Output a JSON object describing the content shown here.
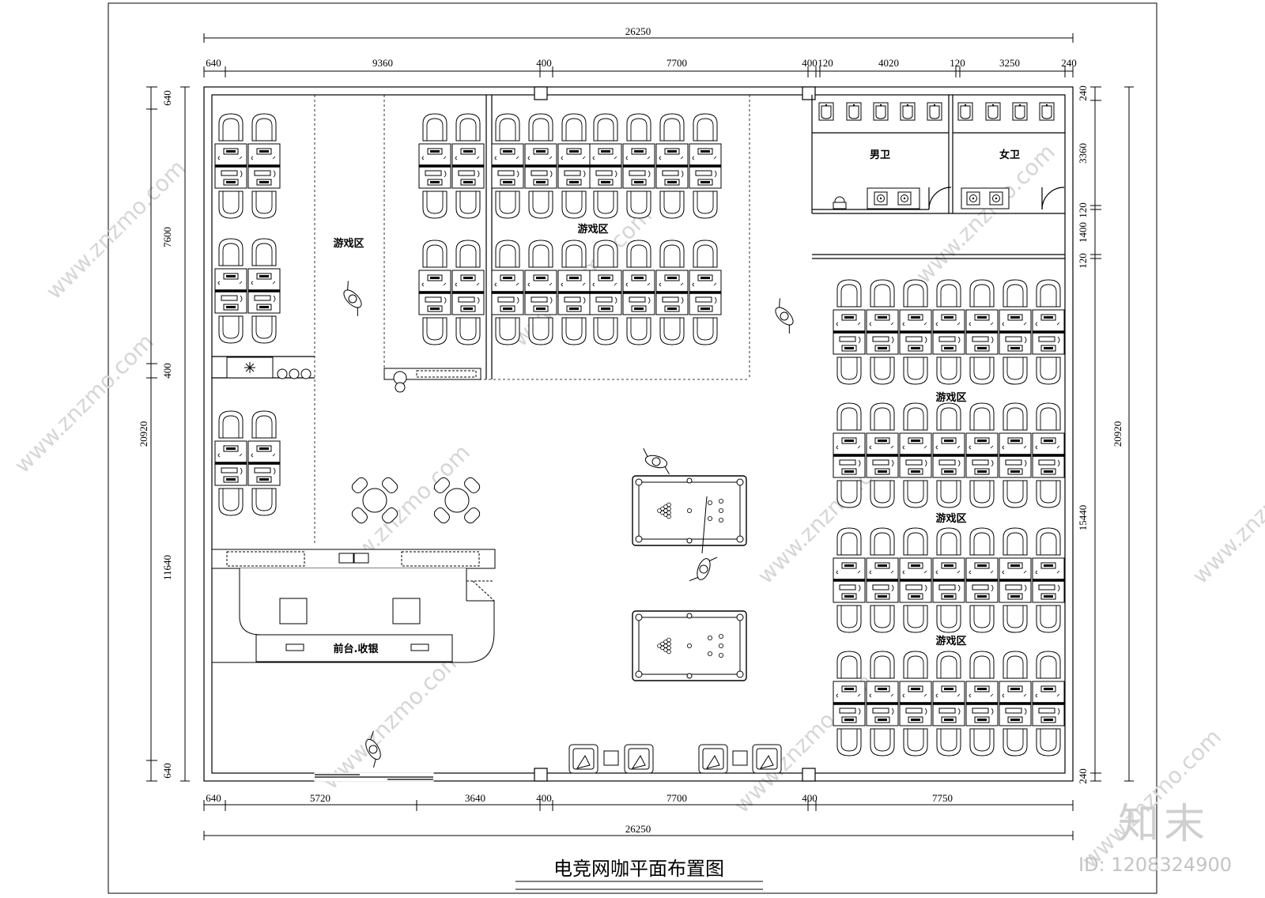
{
  "title": "电竞网咖平面布置图",
  "dims": {
    "top_total": "26250",
    "top_segments": [
      "640",
      "9360",
      "400",
      "7700",
      "400",
      "120",
      "4020",
      "120",
      "3250",
      "240"
    ],
    "bottom_segments": [
      "640",
      "5720",
      "3640",
      "400",
      "7700",
      "400",
      "7750"
    ],
    "bottom_total": "26250",
    "left_segments": [
      "640",
      "7600",
      "400",
      "11640",
      "640"
    ],
    "left_total": "20920",
    "right_segments": [
      "240",
      "3360",
      "120",
      "1400",
      "120",
      "15440",
      "240"
    ],
    "right_total": "20920"
  },
  "zones": {
    "game_zone_left": "游戏区",
    "game_zone_center": "游戏区",
    "game_zone_right_1": "游戏区",
    "game_zone_right_2": "游戏区",
    "game_zone_right_3": "游戏区",
    "mens_restroom": "男卫",
    "womens_restroom": "女卫",
    "front_desk": "前台.收银"
  },
  "watermark": {
    "site": "www.znzmo.com",
    "brand": "知末",
    "id": "ID: 1208324900"
  }
}
